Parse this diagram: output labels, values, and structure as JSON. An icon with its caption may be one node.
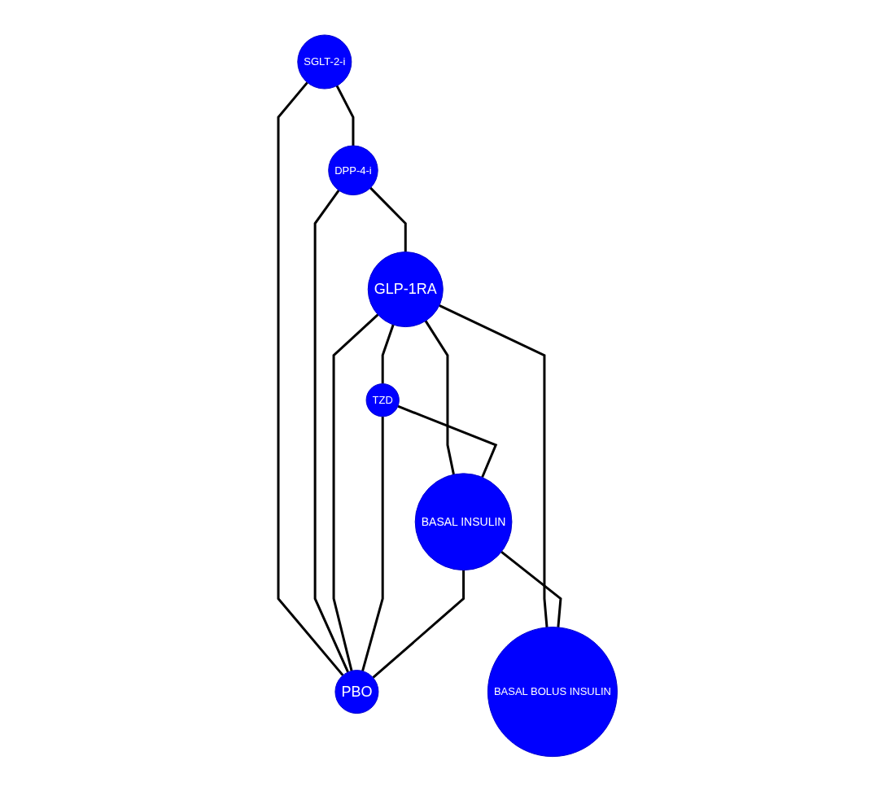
{
  "diagram": {
    "nodes": [
      {
        "text": [
          "SGLT-2-i"
        ]
      },
      {
        "text": [
          "DPP-4-i"
        ]
      },
      {
        "text": [
          "GLP-1RA"
        ]
      },
      {
        "text": [
          "TZD"
        ]
      },
      {
        "text": [
          "BASAL INSULIN"
        ]
      },
      {
        "text": [
          "BASAL BOLUS INSULIN"
        ]
      },
      {
        "text": [
          "PBO"
        ]
      }
    ],
    "edges": [
      {
        "from": 0,
        "to": 1,
        "arrow": "none"
      },
      {
        "from": 0,
        "to": 6,
        "arrow": "none"
      },
      {
        "from": 1,
        "to": 2,
        "arrow": "none"
      },
      {
        "from": 1,
        "to": 6,
        "arrow": "none"
      },
      {
        "from": 2,
        "to": 3,
        "arrow": "none"
      },
      {
        "from": 2,
        "to": 4,
        "arrow": "none"
      },
      {
        "from": 2,
        "to": 5,
        "arrow": "none"
      },
      {
        "from": 2,
        "to": 6,
        "arrow": "none"
      },
      {
        "from": 3,
        "to": 4,
        "arrow": "none"
      },
      {
        "from": 3,
        "to": 6,
        "arrow": "none"
      },
      {
        "from": 4,
        "to": 6,
        "arrow": "none"
      },
      {
        "from": 4,
        "to": 5,
        "arrow": "none"
      }
    ]
  }
}
